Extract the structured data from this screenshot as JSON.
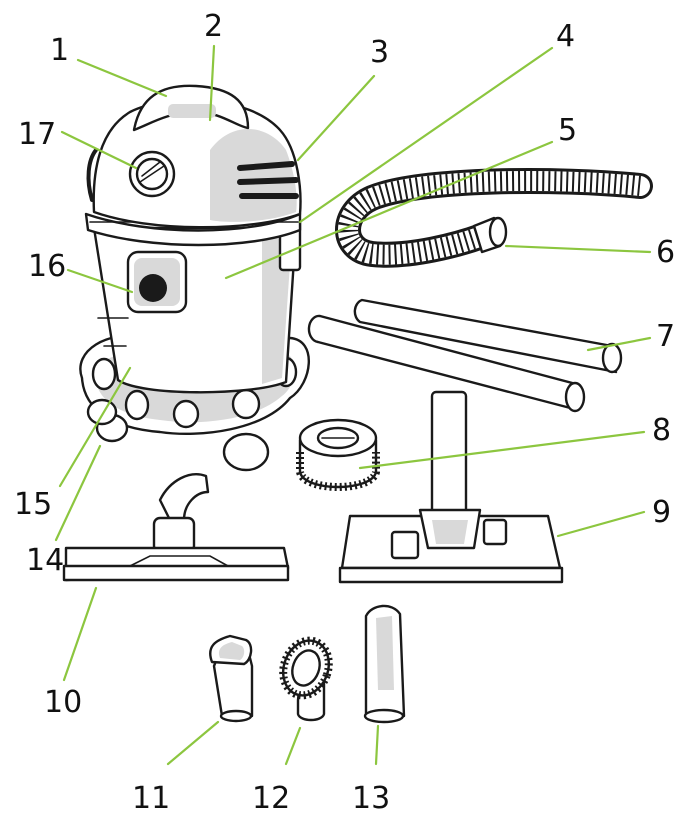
{
  "diagram": {
    "leader_color": "#8cc63f",
    "labels": [
      {
        "id": "1",
        "text": "1"
      },
      {
        "id": "2",
        "text": "2"
      },
      {
        "id": "3",
        "text": "3"
      },
      {
        "id": "4",
        "text": "4"
      },
      {
        "id": "5",
        "text": "5"
      },
      {
        "id": "6",
        "text": "6"
      },
      {
        "id": "7",
        "text": "7"
      },
      {
        "id": "8",
        "text": "8"
      },
      {
        "id": "9",
        "text": "9"
      },
      {
        "id": "10",
        "text": "10"
      },
      {
        "id": "11",
        "text": "11"
      },
      {
        "id": "12",
        "text": "12"
      },
      {
        "id": "13",
        "text": "13"
      },
      {
        "id": "14",
        "text": "14"
      },
      {
        "id": "15",
        "text": "15"
      },
      {
        "id": "16",
        "text": "16"
      },
      {
        "id": "17",
        "text": "17"
      }
    ]
  }
}
